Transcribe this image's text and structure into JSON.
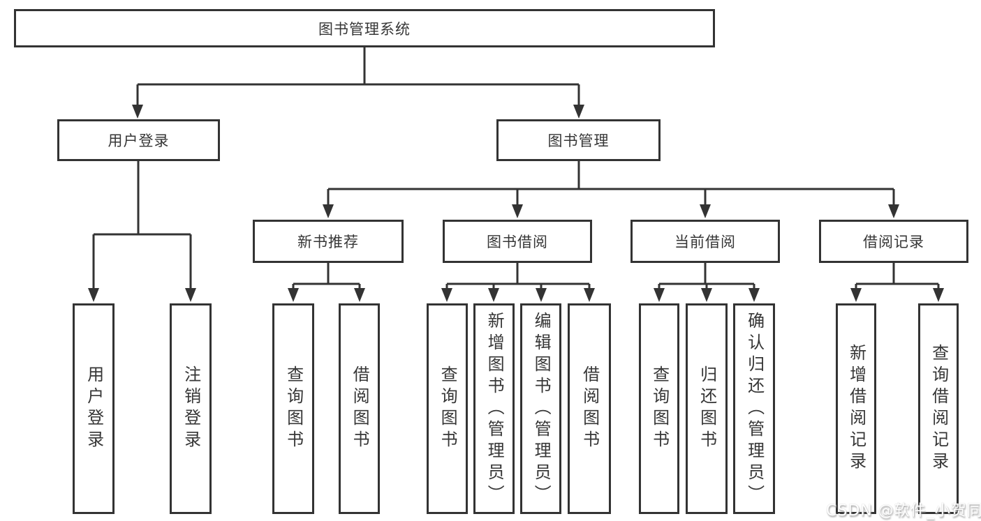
{
  "diagram": {
    "root": "图书管理系统",
    "level2": [
      {
        "label": "用户登录",
        "children": [
          "用户登录",
          "注销登录"
        ]
      },
      {
        "label": "图书管理",
        "children": [
          {
            "label": "新书推荐",
            "children": [
              "查询图书",
              "借阅图书"
            ]
          },
          {
            "label": "图书借阅",
            "children": [
              "查询图书",
              "新增图书（管理员）",
              "编辑图书（管理员）",
              "借阅图书"
            ]
          },
          {
            "label": "当前借阅",
            "children": [
              "查询图书",
              "归还图书",
              "确认归还（管理员）"
            ]
          },
          {
            "label": "借阅记录",
            "children": [
              "新增借阅记录",
              "查询借阅记录"
            ]
          }
        ]
      }
    ]
  },
  "watermark": "CSDN @软件_小贺同学",
  "colors": {
    "line": "#333333",
    "text": "#363636",
    "box_background": "#ffffff",
    "watermark_text": "#ffffff"
  }
}
